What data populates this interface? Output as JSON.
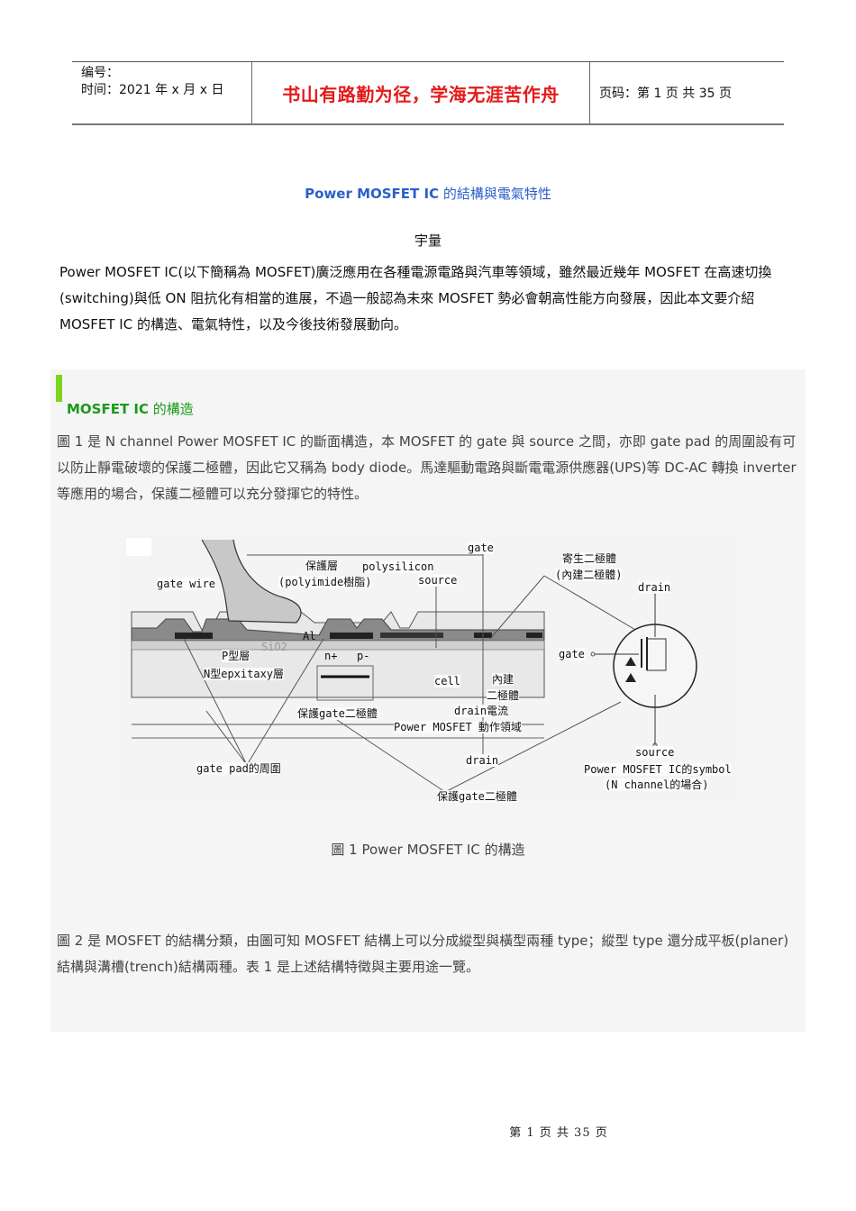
{
  "header": {
    "number_label": "编号：",
    "date_label": "时间：2021 年 x 月 x 日",
    "motto": "书山有路勤为径，学海无涯苦作舟",
    "page_info": "页码：第 1 页  共 35 页"
  },
  "article": {
    "title_bold": "Power MOSFET IC",
    "title_rest": " 的結構與電氣特性",
    "author": "宇量",
    "intro": "Power MOSFET IC(以下簡稱為 MOSFET)廣泛應用在各種電源電路與汽車等領域，雖然最近幾年 MOSFET 在高速切換(switching)與低 ON 阻抗化有相當的進展，不過一般認為未來 MOSFET 勢必會朝高性能方向發展，因此本文要介紹 MOSFET IC 的構造、電氣特性，以及今後技術發展動向。"
  },
  "section": {
    "title_bold": "MOSFET IC",
    "title_rest": " 的構造",
    "para1": "圖 1 是 N channel Power MOSFET IC 的斷面構造，本 MOSFET 的 gate 與 source 之間，亦即 gate pad 的周圍設有可以防止靜電破壞的保護二極體，因此它又稱為 body diode。馬達驅動電路與斷電電源供應器(UPS)等 DC-AC 轉換 inverter 等應用的場合，保護二極體可以充分發揮它的特性。",
    "figure_caption": "圖 1 Power MOSFET IC 的構造",
    "para2": "圖 2 是 MOSFET 的結構分類，由圖可知 MOSFET 結構上可以分成縱型與橫型兩種 type；縱型 type 還分成平板(planer)結構與溝槽(trench)結構兩種。表 1 是上述結構特徵與主要用途一覽。"
  },
  "figure": {
    "labels": {
      "gate_wire": "gate wire",
      "protect_layer": "保護層",
      "polyimide": "(polyimide樹脂)",
      "polysilicon": "polysilicon",
      "source": "source",
      "gate_top": "gate",
      "parasitic_diode": "寄生二極體",
      "builtin_diode": "(內建二極體)",
      "drain_symbol": "drain",
      "gate_symbol": "gate",
      "al": "Al",
      "sio2": "SiO2",
      "p_layer": "P型層",
      "n_epi": "N型epxitaxy層",
      "n_plus": "n+",
      "p_minus": "p-",
      "protect_gate_diode": "保護gate二極體",
      "cell": "cell",
      "builtin_short1": "內建",
      "builtin_short2": "二極體",
      "drain_current": "drain電流",
      "active_region": "Power MOSFET 動作領域",
      "gate_pad_periphery": "gate pad的周圍",
      "drain_bottom": "drain",
      "protect_gate_diode_bottom": "保護gate二極體",
      "source_symbol": "source",
      "symbol_title": "Power MOSFET IC的symbol",
      "symbol_subtitle": "(N channel的場合)"
    }
  },
  "footer": {
    "page": "第 1 页 共 35 页"
  }
}
